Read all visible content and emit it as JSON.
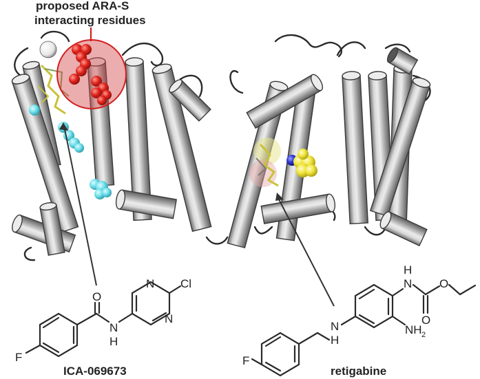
{
  "annotation": {
    "line1": "proposed ARA-S",
    "line2": "interacting residues"
  },
  "molecules": {
    "left": {
      "name": "ICA-069673",
      "atoms": {
        "O": "O",
        "N_amide": "N",
        "H_amide": "H",
        "N_ring_top": "N",
        "N_ring_bottom": "N",
        "Cl": "Cl",
        "F": "F"
      }
    },
    "right": {
      "name": "retigabine",
      "atoms": {
        "H_top": "H",
        "N_carbamate": "N",
        "O_ester": "O",
        "O_carbonyl": "O",
        "N_amine": "N",
        "H_amine": "H",
        "NH2": "NH",
        "NH2_sub": "2",
        "F": "F"
      }
    }
  },
  "colors": {
    "helix": "#b9b9b9",
    "helix_dark": "#6f6f6f",
    "helix_light": "#ececec",
    "residue_red": "#e3261f",
    "highlight_red": "#d24a4a",
    "ica_cyan": "#6fe0ec",
    "retigabine_yellow": "#f0e53a",
    "ligand_stick": "#c9c23a",
    "nitrogen_blue": "#2a34d0"
  },
  "icons": [
    "cylinder-helix",
    "sphere-residue",
    "stick-ligand",
    "pointer-arrow"
  ]
}
